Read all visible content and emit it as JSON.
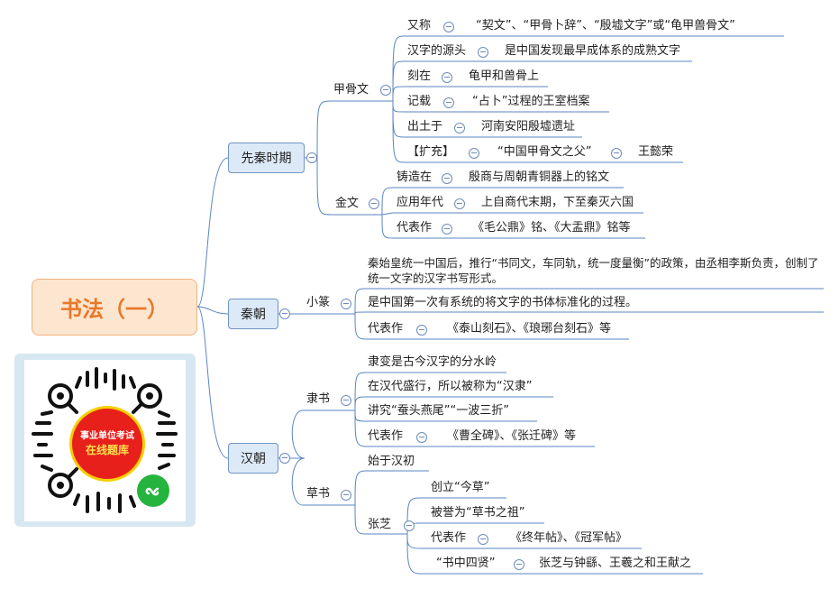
{
  "root": {
    "title": "书法（一）"
  },
  "branches": {
    "xianqin": "先秦时期",
    "qin": "秦朝",
    "han": "汉朝"
  },
  "jiaguwen": {
    "label": "甲骨文",
    "items": [
      {
        "key": "又称",
        "value": "“契文”、“甲骨卜辞”、“殷墟文字”或“龟甲兽骨文”"
      },
      {
        "key": "汉字的源头",
        "value": "是中国发现最早成体系的成熟文字"
      },
      {
        "key": "刻在",
        "value": "龟甲和兽骨上"
      },
      {
        "key": "记载",
        "value": "“占卜”过程的王室档案"
      },
      {
        "key": "出土于",
        "value": "河南安阳殷墟遗址"
      },
      {
        "key": "【扩充】",
        "value": "“中国甲骨文之父”",
        "value2": "王懿荣"
      }
    ]
  },
  "jinwen": {
    "label": "金文",
    "items": [
      {
        "key": "铸造在",
        "value": "殷商与周朝青铜器上的铭文"
      },
      {
        "key": "应用年代",
        "value": "上自商代末期，下至秦灭六国"
      },
      {
        "key": "代表作",
        "value": "《毛公鼎》铭、《大盂鼎》铭等"
      }
    ]
  },
  "xiaozhuan": {
    "label": "小篆",
    "para": "秦始皇统一中国后，推行“书同文，车同轨，统一度量衡”的政策，由丞相李斯负责，创制了统一文字的汉字书写形式。",
    "items": [
      {
        "text": "是中国第一次有系统的将文字的书体标准化的过程。"
      },
      {
        "key": "代表作",
        "value": "《泰山刻石》、《琅琊台刻石》等"
      }
    ]
  },
  "lishu": {
    "label": "隶书",
    "items": [
      {
        "text": "隶变是古今汉字的分水岭"
      },
      {
        "text": "在汉代盛行，所以被称为“汉隶”"
      },
      {
        "text": "讲究“蚕头燕尾”“一波三折”"
      },
      {
        "key": "代表作",
        "value": "《曹全碑》、《张迁碑》等"
      }
    ]
  },
  "caoshu": {
    "label": "草书",
    "origin": "始于汉初",
    "zhangzhi": {
      "label": "张芝",
      "items": [
        {
          "text": "创立“今草”"
        },
        {
          "text": "被誉为“草书之祖”"
        },
        {
          "key": "代表作",
          "value": "《终年帖》、《冠军帖》"
        },
        {
          "key": "“书中四贤”",
          "value": "张芝与钟繇、王羲之和王献之"
        }
      ]
    }
  },
  "promo": {
    "line1": "事业单位考试",
    "line2": "在线题库"
  },
  "colors": {
    "line": "#5a86c0",
    "root_fill": "#fde6cf",
    "root_text": "#e8782a",
    "branch_fill": "#dce9f7",
    "badge_red": "#e8201c",
    "badge_yellow": "#f5d000",
    "wechat_green": "#25b43e"
  }
}
